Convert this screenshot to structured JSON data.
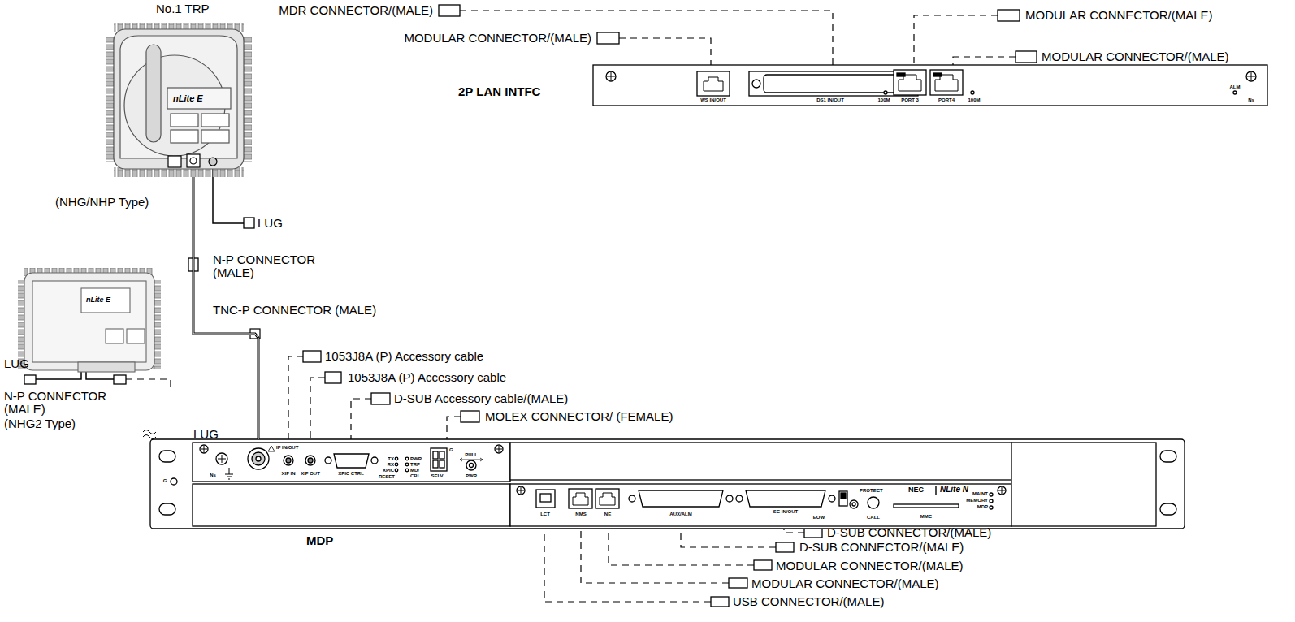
{
  "diagram": {
    "nodes": [
      {
        "text": [
          "No.1 TRP",
          "(NHG/NHP Type)"
        ]
      },
      {
        "text": [
          "2P LAN INTFC"
        ]
      },
      {
        "text": [
          "MDP"
        ]
      }
    ],
    "edges": [
      {
        "from": 0,
        "to": 2,
        "arrow": "none"
      }
    ],
    "labels": [
      "MDR CONNECTOR/(MALE)",
      "MODULAR CONNECTOR/(MALE)",
      "MODULAR CONNECTOR/(MALE)",
      "MODULAR CONNECTOR/(MALE)",
      "WS IN/OUT",
      "DS1 IN/OUT",
      "100M",
      "PORT 3",
      "PORT4",
      "100M",
      "ALM",
      "Ns",
      "LUG",
      "N-P CONNECTOR (MALE)",
      "TNC-P CONNECTOR (MALE)",
      "nLite E",
      "nLite E",
      "LUG",
      "N-P CONNECTOR (MALE)",
      "(NHG2 Type)",
      "LUG",
      "1053J8A (P) Accessory cable",
      "1053J8A (P) Accessory cable",
      "D-SUB Accessory cable/(MALE)",
      "MOLEX CONNECTOR/ (FEMALE)",
      "Ns",
      "IF IN/OUT",
      "XIF IN",
      "XIF OUT",
      "XPIC CTRL",
      "TX",
      "RX",
      "XPIC",
      "RESET",
      "PWR",
      "TRP",
      "MD/",
      "CBL",
      "SELV",
      "G",
      "PULL",
      "PWR",
      "G",
      "LCT",
      "NMS",
      "NE",
      "AUX/ALM",
      "SC IN/OUT",
      "EOW",
      "PROTECT",
      "CALL",
      "NEC",
      "NLite N",
      "MAINT",
      "MEMORY",
      "MDP",
      "MMC",
      "D-SUB CONNECTOR/(MALE)",
      "D-SUB CONNECTOR/(MALE)",
      "MODULAR CONNECTOR/(MALE)",
      "MODULAR CONNECTOR/(MALE)",
      "USB CONNECTOR/(MALE)"
    ]
  }
}
